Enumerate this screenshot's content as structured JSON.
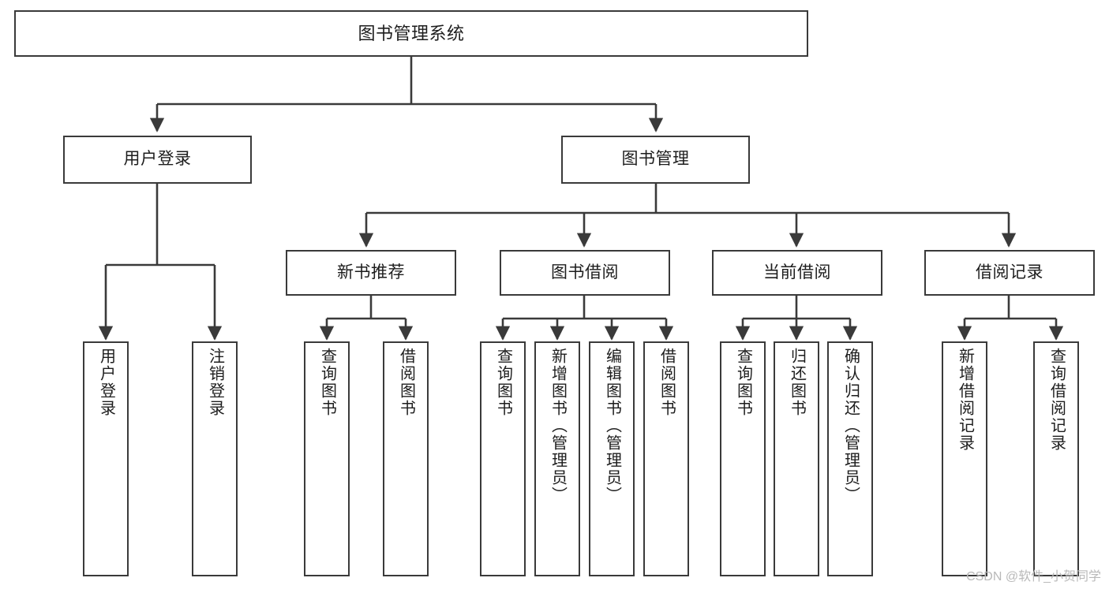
{
  "diagram": {
    "title": "图书管理系统",
    "type": "tree-hierarchy-diagram",
    "colors": {
      "box_border": "#3a3a3a",
      "box_fill": "#ffffff",
      "connector": "#3a3a3a",
      "text": "#1d1d1d",
      "watermark": "#b9b9b9",
      "background": "#ffffff"
    },
    "root": {
      "label": "图书管理系统"
    },
    "level2": [
      {
        "label": "用户登录"
      },
      {
        "label": "图书管理"
      }
    ],
    "level3": [
      {
        "label": "新书推荐"
      },
      {
        "label": "图书借阅"
      },
      {
        "label": "当前借阅"
      },
      {
        "label": "借阅记录"
      }
    ],
    "leaves": [
      {
        "label": "用户登录",
        "parent": "用户登录"
      },
      {
        "label": "注销登录",
        "parent": "用户登录"
      },
      {
        "label": "查询图书",
        "parent": "新书推荐"
      },
      {
        "label": "借阅图书",
        "parent": "新书推荐"
      },
      {
        "label": "查询图书",
        "parent": "图书借阅"
      },
      {
        "label": "新增图书（管理员）",
        "parent": "图书借阅"
      },
      {
        "label": "编辑图书（管理员）",
        "parent": "图书借阅"
      },
      {
        "label": "借阅图书",
        "parent": "图书借阅"
      },
      {
        "label": "查询图书",
        "parent": "当前借阅"
      },
      {
        "label": "归还图书",
        "parent": "当前借阅"
      },
      {
        "label": "确认归还（管理员）",
        "parent": "当前借阅"
      },
      {
        "label": "新增借阅记录",
        "parent": "借阅记录"
      },
      {
        "label": "查询借阅记录",
        "parent": "借阅记录"
      }
    ]
  },
  "watermark": {
    "text": "CSDN @软件_小贺同学"
  }
}
